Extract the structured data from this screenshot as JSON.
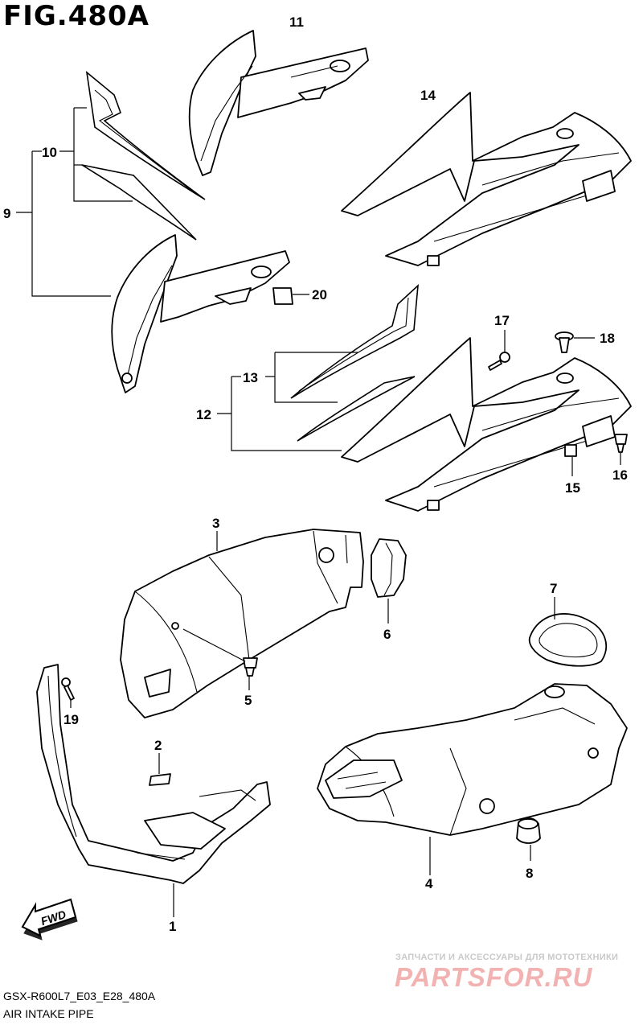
{
  "figure_title": "FIG.480A",
  "footer": {
    "model_code": "GSX-R600L7_E03_E28_480A",
    "section_name": "AIR INTAKE PIPE"
  },
  "watermark": {
    "tagline": "ЗАПЧАСТИ И АКСЕССУАРЫ ДЛЯ МОТОТЕХНИКИ",
    "brand": "PARTSFOR.RU"
  },
  "fwd_label": "FWD",
  "callouts": [
    "1",
    "2",
    "3",
    "4",
    "5",
    "6",
    "7",
    "8",
    "9",
    "10",
    "11",
    "12",
    "13",
    "14",
    "15",
    "16",
    "17",
    "18",
    "19",
    "20"
  ],
  "colors": {
    "line": "#000000",
    "background": "#ffffff",
    "watermark_brand": "#f2b2b2",
    "watermark_text": "#c9c9c9"
  }
}
